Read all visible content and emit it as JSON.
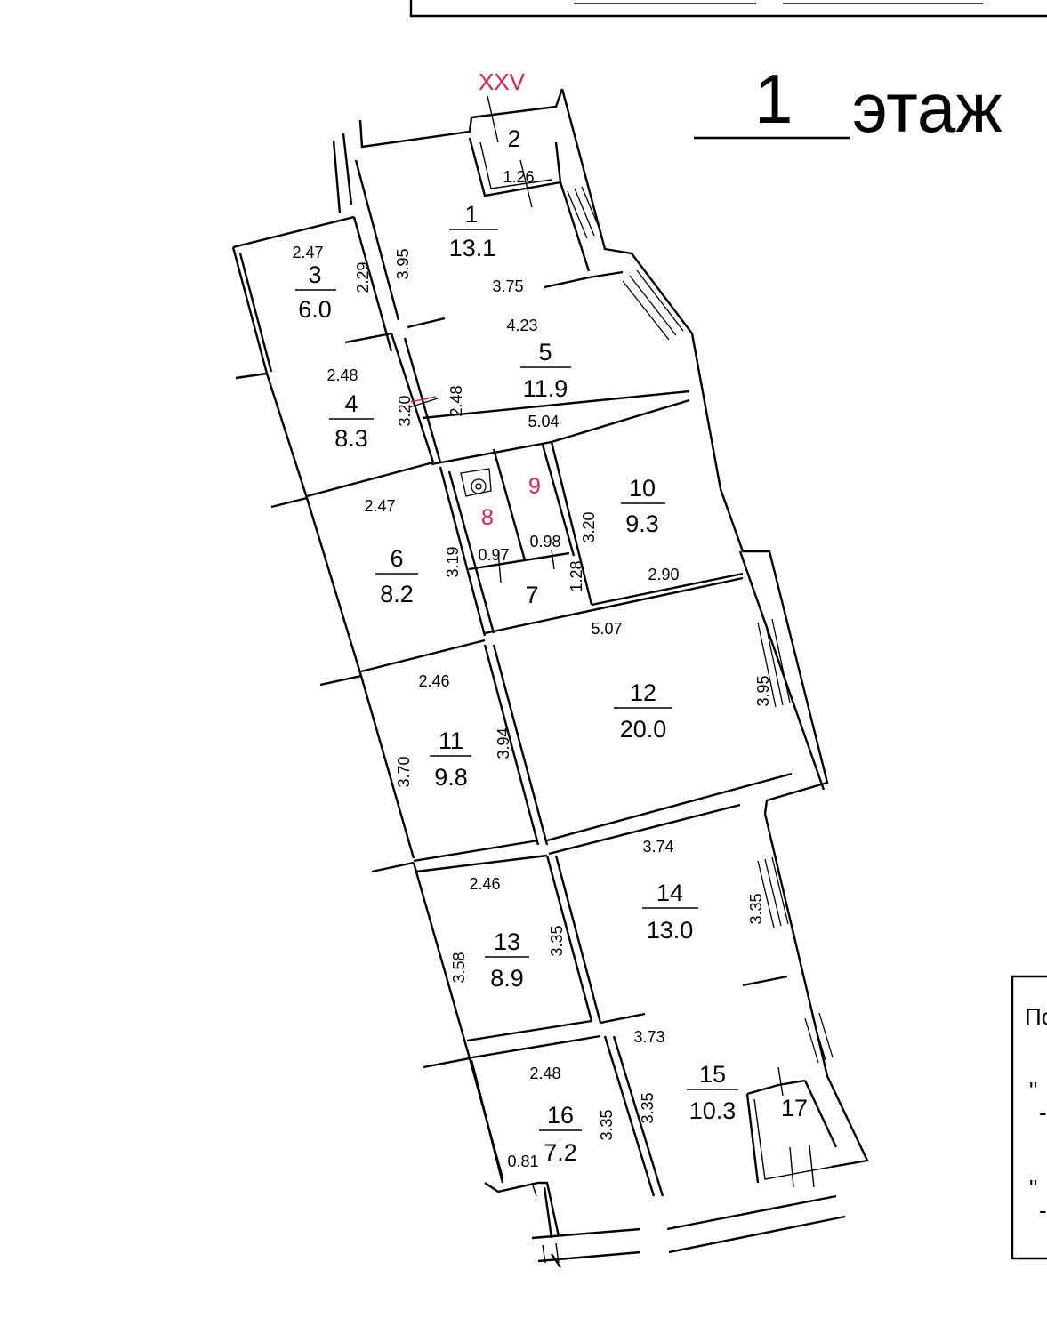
{
  "floor": {
    "number": "1",
    "word": "этаж",
    "prefix_line": "___",
    "suffix_line": "_"
  },
  "axis_label": "XXV",
  "rooms": [
    {
      "id": "1",
      "area": "13.1"
    },
    {
      "id": "2",
      "area": ""
    },
    {
      "id": "3",
      "area": "6.0"
    },
    {
      "id": "4",
      "area": "8.3"
    },
    {
      "id": "5",
      "area": "11.9"
    },
    {
      "id": "6",
      "area": "8.2"
    },
    {
      "id": "7",
      "area": ""
    },
    {
      "id": "8",
      "area": ""
    },
    {
      "id": "9",
      "area": ""
    },
    {
      "id": "10",
      "area": "9.3"
    },
    {
      "id": "11",
      "area": "9.8"
    },
    {
      "id": "12",
      "area": "20.0"
    },
    {
      "id": "13",
      "area": "8.9"
    },
    {
      "id": "14",
      "area": "13.0"
    },
    {
      "id": "15",
      "area": "10.3"
    },
    {
      "id": "16",
      "area": "7.2"
    },
    {
      "id": "17",
      "area": ""
    }
  ],
  "dimensions": [
    "1.26",
    "3.95",
    "3.75",
    "2.47",
    "2.29",
    "4.23",
    "2.48",
    "3.20",
    "2.48",
    "5.04",
    "2.47",
    "3.19",
    "0.97",
    "0.98",
    "3.20",
    "1.28",
    "2.90",
    "5.07",
    "2.46",
    "3.70",
    "3.94",
    "3.95",
    "3.74",
    "2.46",
    "3.58",
    "3.35",
    "3.35",
    "2.48",
    "3.73",
    "3.35",
    "3.35",
    "0.81"
  ],
  "legend_box": {
    "line1": "По",
    "line2": "\"",
    "line3": "-",
    "line4": "\"",
    "line5": "-"
  },
  "colors": {
    "lines": "#000000",
    "accent_red": "#d8234c",
    "background": "#ffffff"
  }
}
